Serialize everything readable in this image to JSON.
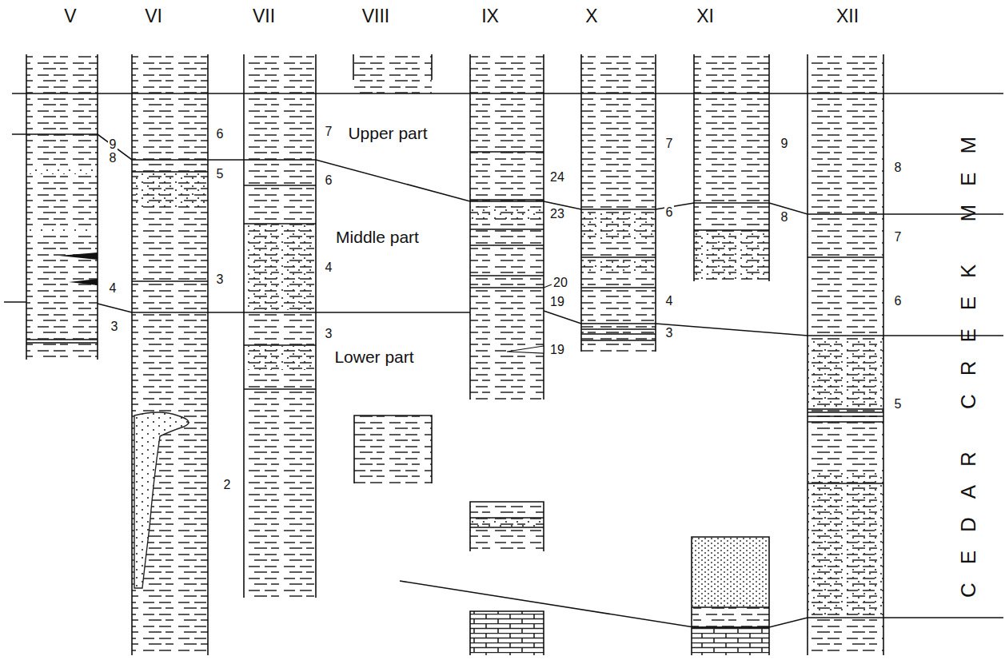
{
  "diagram": {
    "labels": [
      "V",
      "VI",
      "VII",
      "VIII",
      "IX",
      "X",
      "XI",
      "XII",
      "9",
      "8",
      "4",
      "3",
      "6",
      "5",
      "3",
      "2",
      "7",
      "Upper part",
      "6",
      "Middle part",
      "4",
      "3",
      "Lower part",
      "24",
      "23",
      "20",
      "19",
      "19",
      "7",
      "6",
      "4",
      "3",
      "9",
      "8",
      "8",
      "7",
      "6",
      "5",
      "CEDAR CREEK MEM"
    ]
  }
}
